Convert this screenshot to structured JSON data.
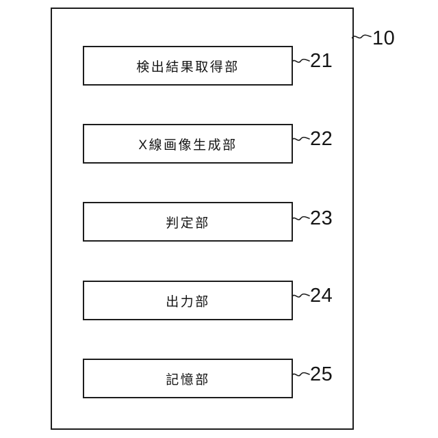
{
  "diagram": {
    "type": "block-diagram",
    "frame_ref": "10",
    "blocks": [
      {
        "label": "検出結果取得部",
        "ref": "21"
      },
      {
        "label": "X線画像生成部",
        "ref": "22"
      },
      {
        "label": "判定部",
        "ref": "23"
      },
      {
        "label": "出力部",
        "ref": "24"
      },
      {
        "label": "記憶部",
        "ref": "25"
      }
    ],
    "colors": {
      "line": "#1c1c1c",
      "text": "#141414",
      "background": "#ffffff"
    }
  }
}
